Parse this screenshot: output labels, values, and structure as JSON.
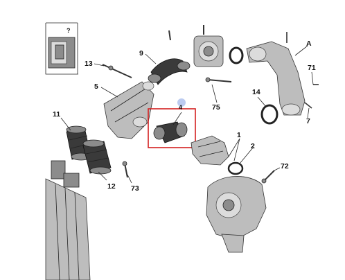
{
  "labels": {
    "l9": "9",
    "l13": "13",
    "l5": "5",
    "l11": "11",
    "l12": "12",
    "l73": "73",
    "l4": "4",
    "l75": "75",
    "lA": "A",
    "l71": "71",
    "l14": "14",
    "l7": "7",
    "l1": "1",
    "l2": "2",
    "l72": "72"
  },
  "colors": {
    "highlight_box": "#d42020",
    "highlight_dot": "#8fa8e6",
    "ink": "#222222",
    "part_fill": "#bdbdbd",
    "dark_fill": "#3a3a3a"
  }
}
